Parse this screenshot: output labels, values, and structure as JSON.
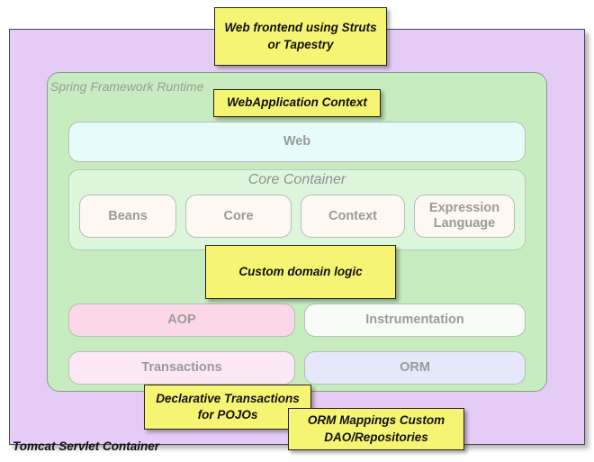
{
  "diagram": {
    "title": "Spring Framework Runtime architecture within Tomcat Servlet Container",
    "outer_container": {
      "label": "Tomcat Servlet Container",
      "color": "#e4ccf7"
    },
    "spring_container": {
      "label": "Spring Framework Runtime",
      "color": "#c6ecc0"
    },
    "web_band": {
      "label": "Web",
      "color": "#e7fbfb"
    },
    "core_container": {
      "title": "Core Container",
      "color": "#ddf7dd",
      "modules": [
        {
          "label": "Beans",
          "color": "#fdf8f1"
        },
        {
          "label": "Core",
          "color": "#fdf8f1"
        },
        {
          "label": "Context",
          "color": "#fdf8f1"
        },
        {
          "label": "Expression Language",
          "color": "#fdf8f1"
        }
      ]
    },
    "lower_modules": [
      {
        "label": "AOP",
        "color": "#fcd8e6"
      },
      {
        "label": "Instrumentation",
        "color": "#f7fdf6"
      },
      {
        "label": "Transactions",
        "color": "#fbe8f4"
      },
      {
        "label": "ORM",
        "color": "#e4e8f9"
      }
    ],
    "callouts": [
      {
        "name": "web-frontend",
        "text": "Web frontend  using Struts or Tapestry",
        "color": "#f6f473"
      },
      {
        "name": "webapplication-context",
        "text": "WebApplication Context",
        "color": "#f6f473"
      },
      {
        "name": "custom-domain-logic",
        "text": "Custom domain logic",
        "color": "#f6f473"
      },
      {
        "name": "declarative-transactions",
        "text": "Declarative Transactions for POJOs",
        "color": "#f6f473"
      },
      {
        "name": "orm-mappings",
        "text": "ORM Mappings Custom DAO/Repositories",
        "color": "#f6f473"
      }
    ]
  }
}
